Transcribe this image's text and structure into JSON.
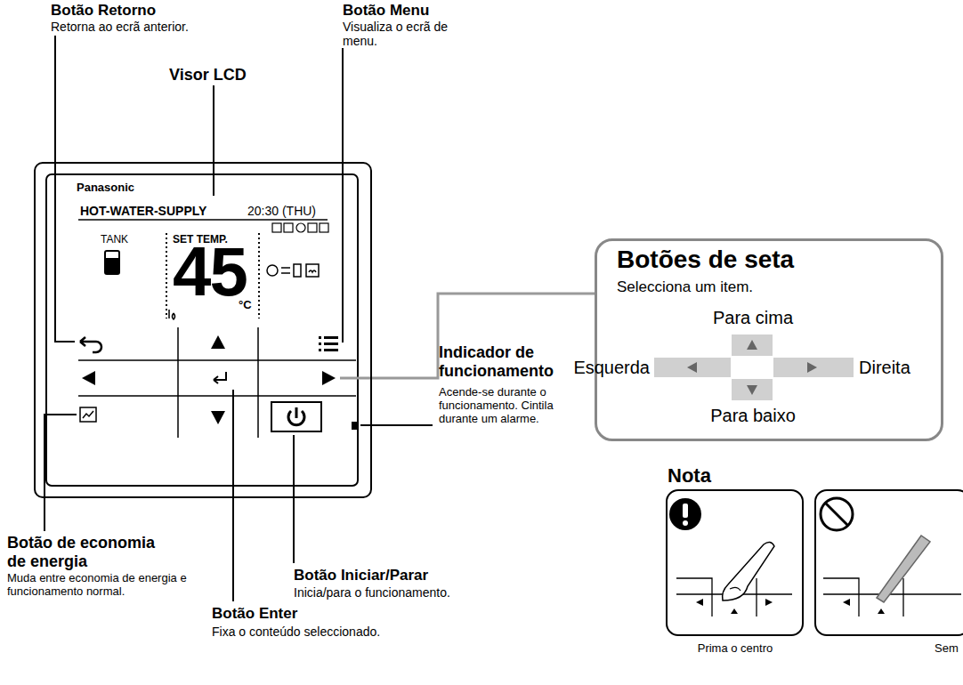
{
  "diagram": {
    "nodes": [
      {
        "text": [
          "Panasonic"
        ]
      },
      {
        "text": [
          "HOT-WATER-SUPPLY",
          "20:30 (THU)",
          "TANK",
          "SET TEMP.",
          "45",
          "°C"
        ],
        "in": 0
      },
      {
        "text": [
          "Botões de seta",
          "Selecciona um item.",
          "Para cima",
          "Esquerda",
          "Direita",
          "Para baixo"
        ]
      },
      {
        "text": [
          "Prima o centro"
        ]
      },
      {
        "text": [
          "Sem"
        ]
      }
    ],
    "labels": [
      "Botão Retorno",
      "Retorna ao ecrã anterior.",
      "Botão Menu",
      "Visualiza o ecrã de menu.",
      "Visor LCD",
      "Indicador de funcionamento",
      "Acende-se durante o funcionamento. Cintila durante um alarme.",
      "Botão de economia de energia",
      "Muda entre economia de energia e funcionamento normal.",
      "Botão Iniciar/Parar",
      "Inicia/para o funcionamento.",
      "Botão Enter",
      "Fixa o conteúdo seleccionado.",
      "Nota"
    ]
  }
}
